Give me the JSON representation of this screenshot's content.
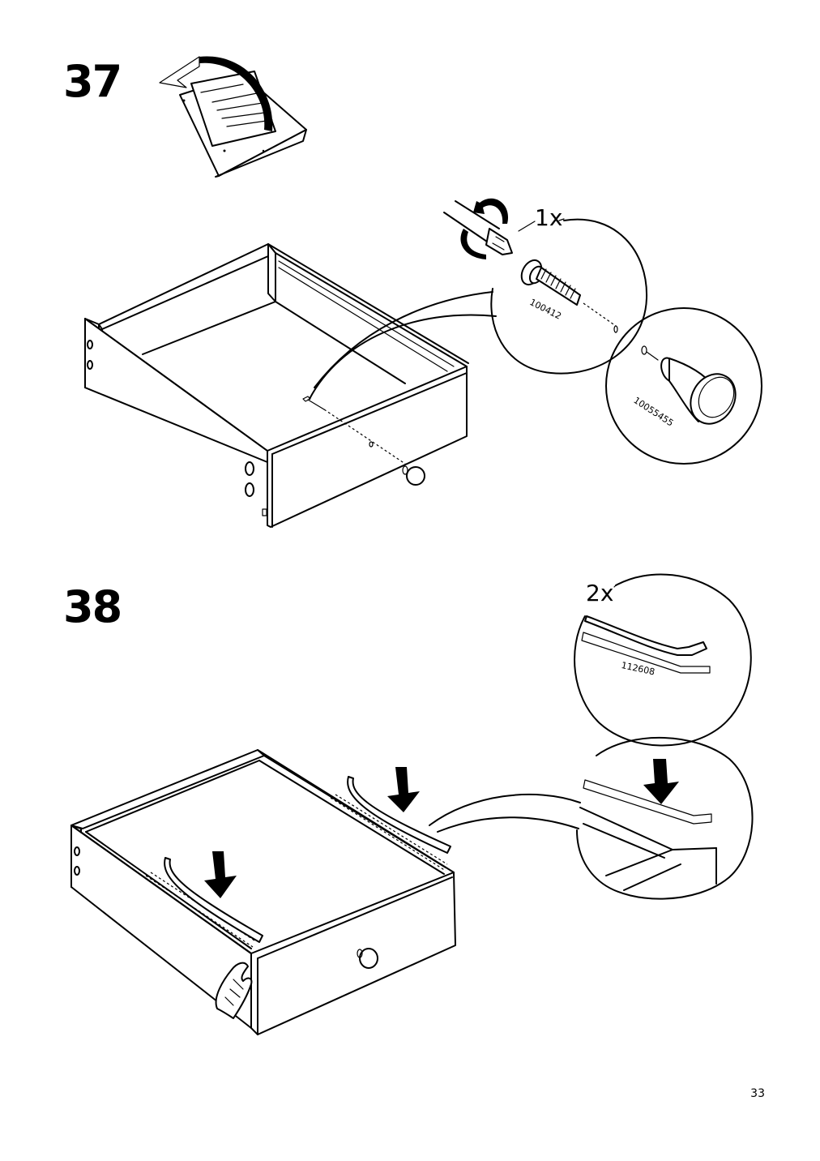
{
  "page": {
    "number": "33"
  },
  "steps": [
    {
      "number": "37",
      "callout_quantity": "1x",
      "parts": [
        {
          "id": "100412",
          "icon": "screw-icon"
        },
        {
          "id": "10055455",
          "icon": "knob-icon"
        }
      ]
    },
    {
      "number": "38",
      "callout_quantity": "2x",
      "parts": [
        {
          "id": "112608",
          "icon": "rail-strip-icon"
        }
      ]
    }
  ]
}
